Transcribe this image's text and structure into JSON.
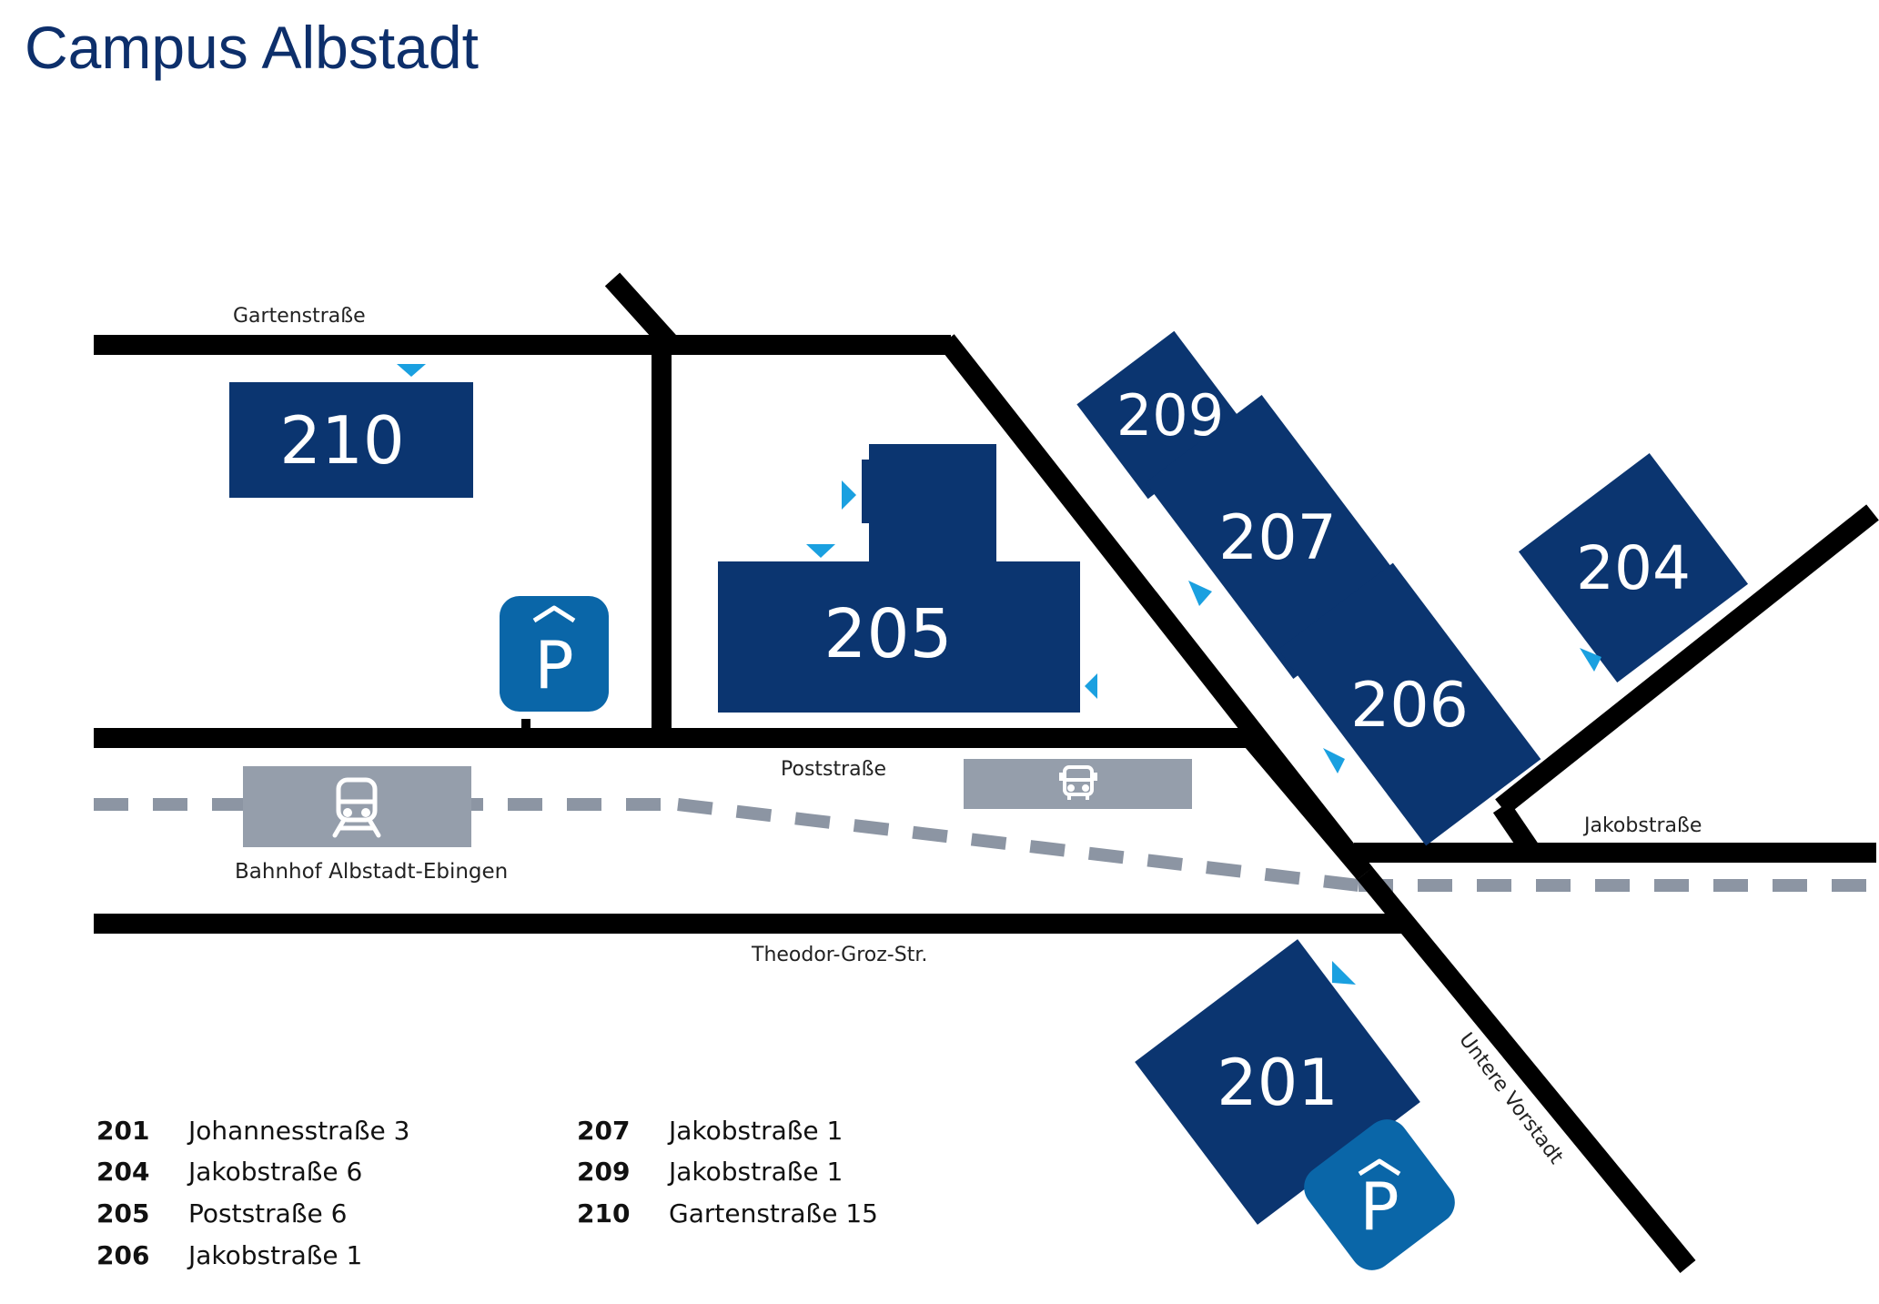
{
  "title": "Campus Albstadt",
  "streets": {
    "gartenstrasse": "Gartenstraße",
    "poststrasse": "Poststraße",
    "jakobstrasse": "Jakobstraße",
    "theodor_groz": "Theodor-Groz-Str.",
    "untere_vorstadt": "Untere Vorstadt"
  },
  "station_label": "Bahnhof Albstadt-Ebingen",
  "buildings": {
    "b201": "201",
    "b204": "204",
    "b205": "205",
    "b206": "206",
    "b207": "207",
    "b209": "209",
    "b210": "210"
  },
  "parking_glyph": "P",
  "legend": [
    {
      "number": "201",
      "address": "Johannesstraße 3"
    },
    {
      "number": "204",
      "address": "Jakobstraße 6"
    },
    {
      "number": "205",
      "address": "Poststraße 6"
    },
    {
      "number": "206",
      "address": "Jakobstraße 1"
    },
    {
      "number": "207",
      "address": "Jakobstraße 1"
    },
    {
      "number": "209",
      "address": "Jakobstraße 1"
    },
    {
      "number": "210",
      "address": "Gartenstraße 15"
    }
  ],
  "icons": {
    "train": "train-icon",
    "bus": "bus-icon",
    "parking": "parking-icon",
    "entrance": "entrance-arrow-icon"
  },
  "colors": {
    "title": "#0d2f6b",
    "building": "#0b3570",
    "parking": "#0a66a8",
    "entrance": "#1aa0e0",
    "street": "#000000",
    "rail": "#8c95a3",
    "station": "#959eab",
    "text": "#222222"
  }
}
